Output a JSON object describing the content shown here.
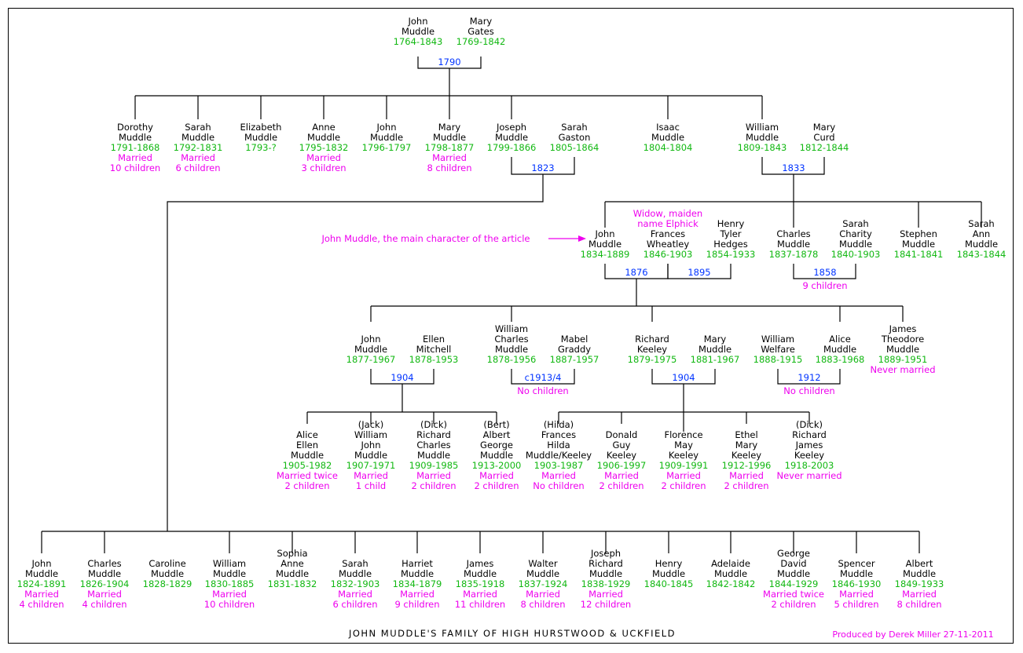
{
  "title": "JOHN MUDDLE'S FAMILY OF HIGH HURSTWOOD & UCKFIELD",
  "credit": "Produced by Derek Miller 27-11-2011",
  "pointer_label": "John Muddle, the main character of the article",
  "colors": {
    "names": "#000000",
    "dates": "#12b812",
    "notes": "#ee00ee",
    "marriages": "#0033ff"
  },
  "people": {
    "g1_john": {
      "names": [
        "John",
        "Muddle"
      ],
      "dates": "1764-1843"
    },
    "g1_mary": {
      "names": [
        "Mary",
        "Gates"
      ],
      "dates": "1769-1842"
    },
    "g2_dorothy": {
      "names": [
        "Dorothy",
        "Muddle"
      ],
      "dates": "1791-1868",
      "notes": [
        "Married",
        "10 children"
      ]
    },
    "g2_sarah": {
      "names": [
        "Sarah",
        "Muddle"
      ],
      "dates": "1792-1831",
      "notes": [
        "Married",
        "6 children"
      ]
    },
    "g2_elizabeth": {
      "names": [
        "Elizabeth",
        "Muddle"
      ],
      "dates": "1793-?"
    },
    "g2_anne": {
      "names": [
        "Anne",
        "Muddle"
      ],
      "dates": "1795-1832",
      "notes": [
        "Married",
        "3 children"
      ]
    },
    "g2_john": {
      "names": [
        "John",
        "Muddle"
      ],
      "dates": "1796-1797"
    },
    "g2_mary": {
      "names": [
        "Mary",
        "Muddle"
      ],
      "dates": "1798-1877",
      "notes": [
        "Married",
        "8 children"
      ]
    },
    "g2_joseph": {
      "names": [
        "Joseph",
        "Muddle"
      ],
      "dates": "1799-1866"
    },
    "g2_sarah_gaston": {
      "names": [
        "Sarah",
        "Gaston"
      ],
      "dates": "1805-1864"
    },
    "g2_isaac": {
      "names": [
        "Isaac",
        "Muddle"
      ],
      "dates": "1804-1804"
    },
    "g2_william": {
      "names": [
        "William",
        "Muddle"
      ],
      "dates": "1809-1843"
    },
    "g2_mary_curd": {
      "names": [
        "Mary",
        "Curd"
      ],
      "dates": "1812-1844"
    },
    "g3_john": {
      "names": [
        "John",
        "Muddle"
      ],
      "dates": "1834-1889"
    },
    "g3_frances": {
      "pre": [
        "Widow, maiden",
        "name Elphick"
      ],
      "names": [
        "Frances",
        "Wheatley"
      ],
      "dates": "1846-1903"
    },
    "g3_henry": {
      "names": [
        "Henry",
        "Tyler",
        "Hedges"
      ],
      "dates": "1854-1933"
    },
    "g3_charles": {
      "names": [
        "Charles",
        "Muddle"
      ],
      "dates": "1837-1878"
    },
    "g3_sarah_charity": {
      "names": [
        "Sarah",
        "Charity",
        "Muddle"
      ],
      "dates": "1840-1903"
    },
    "g3_stephen": {
      "names": [
        "Stephen",
        "Muddle"
      ],
      "dates": "1841-1841"
    },
    "g3_sarah_ann": {
      "names": [
        "Sarah",
        "Ann",
        "Muddle"
      ],
      "dates": "1843-1844"
    },
    "g4_john": {
      "names": [
        "John",
        "Muddle"
      ],
      "dates": "1877-1967"
    },
    "g4_ellen": {
      "names": [
        "Ellen",
        "Mitchell"
      ],
      "dates": "1878-1953"
    },
    "g4_william_charles": {
      "names": [
        "William",
        "Charles",
        "Muddle"
      ],
      "dates": "1878-1956"
    },
    "g4_mabel": {
      "names": [
        "Mabel",
        "Graddy"
      ],
      "dates": "1887-1957"
    },
    "g4_richard": {
      "names": [
        "Richard",
        "Keeley"
      ],
      "dates": "1879-1975"
    },
    "g4_mary": {
      "names": [
        "Mary",
        "Muddle"
      ],
      "dates": "1881-1967"
    },
    "g4_william_welfare": {
      "names": [
        "William",
        "Welfare"
      ],
      "dates": "1888-1915"
    },
    "g4_alice": {
      "names": [
        "Alice",
        "Muddle"
      ],
      "dates": "1883-1968"
    },
    "g4_james": {
      "names": [
        "James",
        "Theodore",
        "Muddle"
      ],
      "dates": "1889-1951",
      "notes": [
        "Never married"
      ]
    },
    "g5_alice": {
      "names": [
        "Alice",
        "Ellen",
        "Muddle"
      ],
      "dates": "1905-1982",
      "notes": [
        "Married twice",
        "2 children"
      ]
    },
    "g5_jack": {
      "names": [
        "(Jack)",
        "William",
        "John",
        "Muddle"
      ],
      "dates": "1907-1971",
      "notes": [
        "Married",
        "1 child"
      ]
    },
    "g5_dick": {
      "names": [
        "(Dick)",
        "Richard",
        "Charles",
        "Muddle"
      ],
      "dates": "1909-1985",
      "notes": [
        "Married",
        "2 children"
      ]
    },
    "g5_bert": {
      "names": [
        "(Bert)",
        "Albert",
        "George",
        "Muddle"
      ],
      "dates": "1913-2000",
      "notes": [
        "Married",
        "2 children"
      ]
    },
    "g5_hilda": {
      "names": [
        "(Hilda)",
        "Frances",
        "Hilda",
        "Muddle/Keeley"
      ],
      "dates": "1903-1987",
      "notes": [
        "Married",
        "No children"
      ]
    },
    "g5_donald": {
      "names": [
        "Donald",
        "Guy",
        "Keeley"
      ],
      "dates": "1906-1997",
      "notes": [
        "Married",
        "2 children"
      ]
    },
    "g5_florence": {
      "names": [
        "Florence",
        "May",
        "Keeley"
      ],
      "dates": "1909-1991",
      "notes": [
        "Married",
        "2 children"
      ]
    },
    "g5_ethel": {
      "names": [
        "Ethel",
        "Mary",
        "Keeley"
      ],
      "dates": "1912-1996",
      "notes": [
        "Married",
        "2 children"
      ]
    },
    "g5_dick_keeley": {
      "names": [
        "(Dick)",
        "Richard",
        "James",
        "Keeley"
      ],
      "dates": "1918-2003",
      "notes": [
        "Never married"
      ]
    },
    "g6_john": {
      "names": [
        "John",
        "Muddle"
      ],
      "dates": "1824-1891",
      "notes": [
        "Married",
        "4 children"
      ]
    },
    "g6_charles": {
      "names": [
        "Charles",
        "Muddle"
      ],
      "dates": "1826-1904",
      "notes": [
        "Married",
        "4 children"
      ]
    },
    "g6_caroline": {
      "names": [
        "Caroline",
        "Muddle"
      ],
      "dates": "1828-1829"
    },
    "g6_william": {
      "names": [
        "William",
        "Muddle"
      ],
      "dates": "1830-1885",
      "notes": [
        "Married",
        "10 children"
      ]
    },
    "g6_sophia": {
      "names": [
        "Sophia",
        "Anne",
        "Muddle"
      ],
      "dates": "1831-1832"
    },
    "g6_sarah": {
      "names": [
        "Sarah",
        "Muddle"
      ],
      "dates": "1832-1903",
      "notes": [
        "Married",
        "6 children"
      ]
    },
    "g6_harriet": {
      "names": [
        "Harriet",
        "Muddle"
      ],
      "dates": "1834-1879",
      "notes": [
        "Married",
        "9 children"
      ]
    },
    "g6_james": {
      "names": [
        "James",
        "Muddle"
      ],
      "dates": "1835-1918",
      "notes": [
        "Married",
        "11 children"
      ]
    },
    "g6_walter": {
      "names": [
        "Walter",
        "Muddle"
      ],
      "dates": "1837-1924",
      "notes": [
        "Married",
        "8 children"
      ]
    },
    "g6_joseph": {
      "names": [
        "Joseph",
        "Richard",
        "Muddle"
      ],
      "dates": "1838-1929",
      "notes": [
        "Married",
        "12 children"
      ]
    },
    "g6_henry": {
      "names": [
        "Henry",
        "Muddle"
      ],
      "dates": "1840-1845"
    },
    "g6_adelaide": {
      "names": [
        "Adelaide",
        "Muddle"
      ],
      "dates": "1842-1842"
    },
    "g6_george": {
      "names": [
        "George",
        "David",
        "Muddle"
      ],
      "dates": "1844-1929",
      "notes": [
        "Married twice",
        "2 children"
      ]
    },
    "g6_spencer": {
      "names": [
        "Spencer",
        "Muddle"
      ],
      "dates": "1846-1930",
      "notes": [
        "Married",
        "5 children"
      ]
    },
    "g6_albert": {
      "names": [
        "Albert",
        "Muddle"
      ],
      "dates": "1849-1933",
      "notes": [
        "Married",
        "8 children"
      ]
    }
  },
  "marriages": {
    "m1790": {
      "year": "1790"
    },
    "m1823": {
      "year": "1823"
    },
    "m1833": {
      "year": "1833"
    },
    "m1876": {
      "year": "1876"
    },
    "m1895": {
      "year": "1895"
    },
    "m1858": {
      "year": "1858",
      "notes": [
        "9 children"
      ]
    },
    "m1904a": {
      "year": "1904"
    },
    "m1913": {
      "year": "c1913/4",
      "notes": [
        "No children"
      ]
    },
    "m1904b": {
      "year": "1904"
    },
    "m1912": {
      "year": "1912",
      "notes": [
        "No children"
      ]
    }
  }
}
